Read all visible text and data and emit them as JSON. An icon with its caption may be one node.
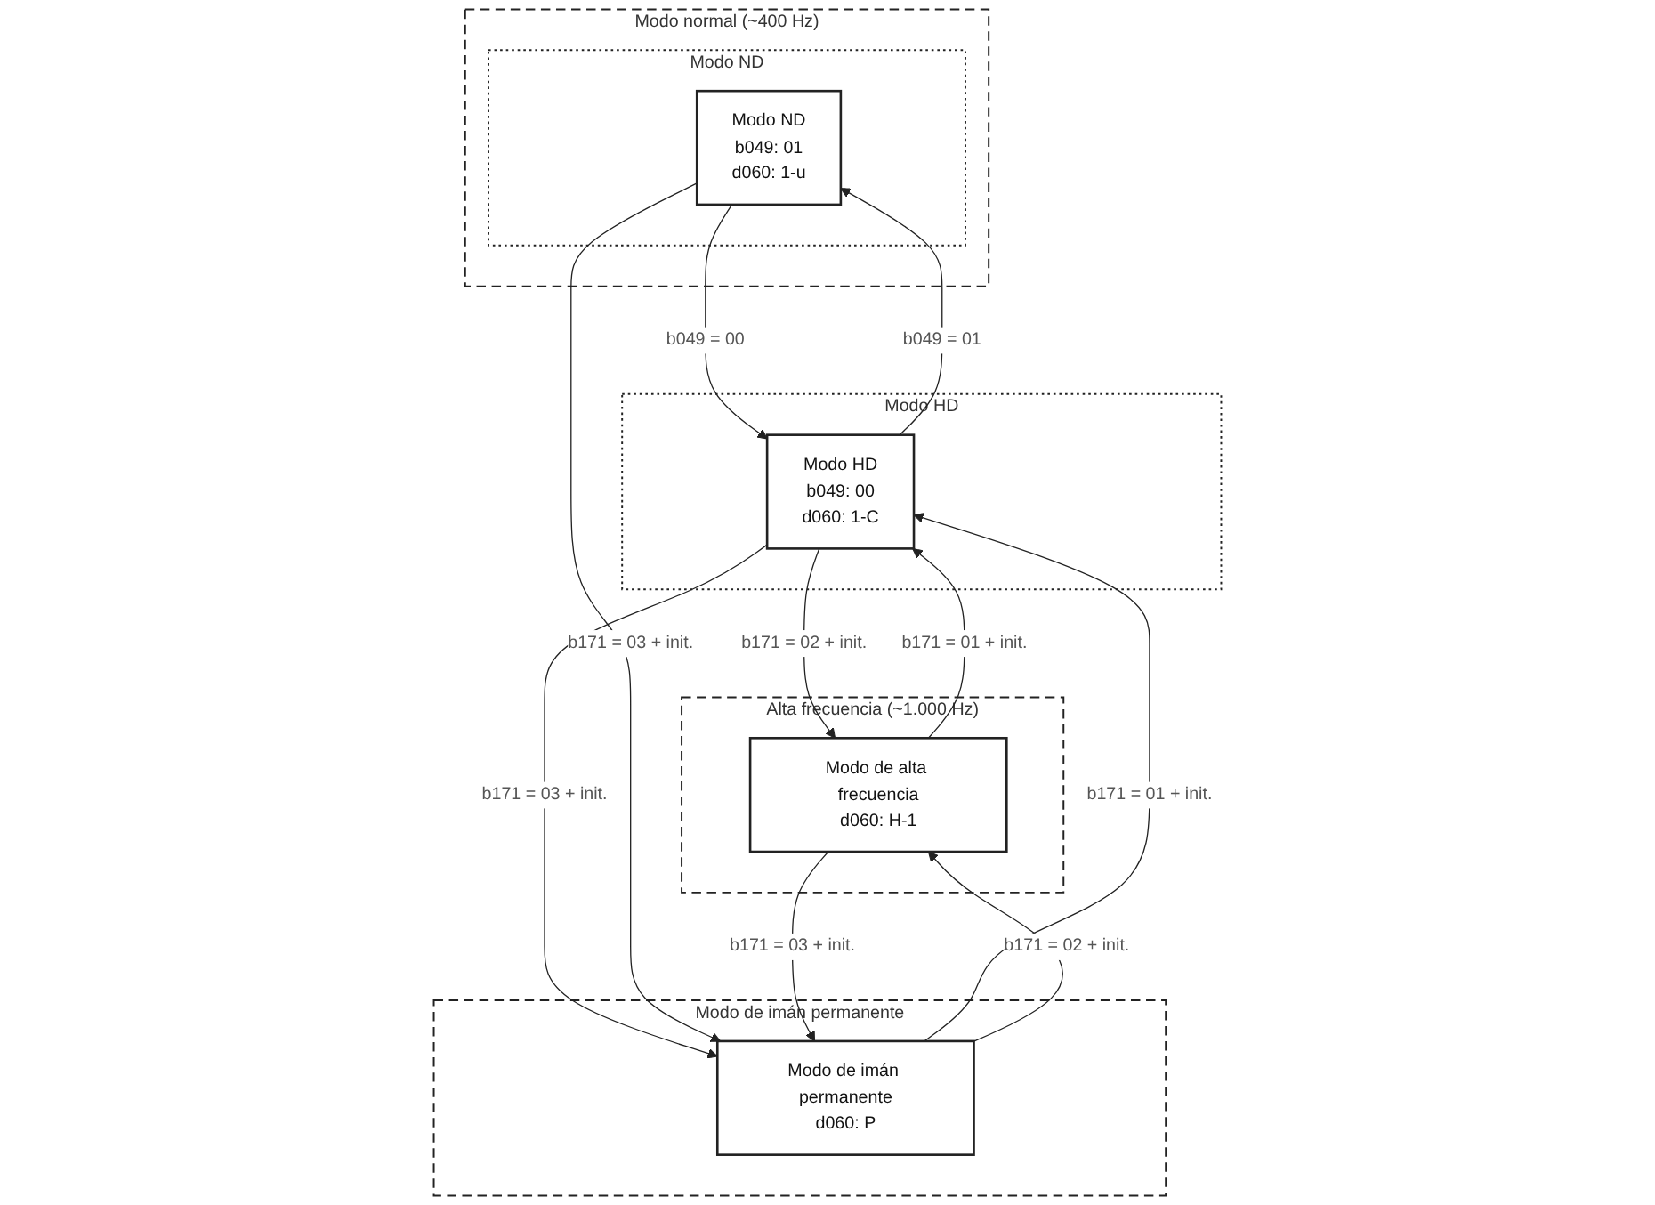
{
  "diagram": {
    "nodes": [
      {
        "text": [
          "Modo normal (~400 Hz)"
        ]
      },
      {
        "text": [
          "Modo HD"
        ]
      },
      {
        "text": [
          "Modo HD",
          "b049: 00",
          "d060: 1-C"
        ],
        "in": 1
      },
      {
        "text": [
          "Modo ND"
        ],
        "in": 0
      },
      {
        "text": [
          "Modo ND",
          "b049: 01",
          "d060: 1-u"
        ],
        "in": 3
      },
      {
        "text": [
          "Alta frecuencia (~1.000 Hz)"
        ]
      },
      {
        "text": [
          "Modo de alta frecuencia",
          "d060: H-1"
        ],
        "in": 5
      },
      {
        "text": [
          "Modo de imán permanente"
        ]
      },
      {
        "text": [
          "Modo de imán permanente",
          "d060: P"
        ],
        "in": 7
      }
    ],
    "edges": [
      {
        "from": 2,
        "to": 4,
        "arrow": "to",
        "label": "b049 = 01"
      },
      {
        "from": 4,
        "to": 2,
        "arrow": "to",
        "label": "b049 = 00"
      },
      {
        "from": 2,
        "to": 6,
        "arrow": "to",
        "label": "b171 = 02 + init."
      },
      {
        "from": 6,
        "to": 2,
        "arrow": "to",
        "label": "b171 = 01 + init."
      },
      {
        "from": 2,
        "to": 8,
        "arrow": "to",
        "label": "b171 = 03 + init."
      },
      {
        "from": 8,
        "to": 2,
        "arrow": "to",
        "label": "b171 = 01 + init."
      },
      {
        "from": 4,
        "to": 8,
        "arrow": "to",
        "label": "b171 = 03 + init."
      },
      {
        "from": 6,
        "to": 8,
        "arrow": "to",
        "label": "b171 = 03 + init."
      },
      {
        "from": 8,
        "to": 6,
        "arrow": "to",
        "label": "b171 = 02 + init."
      }
    ]
  }
}
